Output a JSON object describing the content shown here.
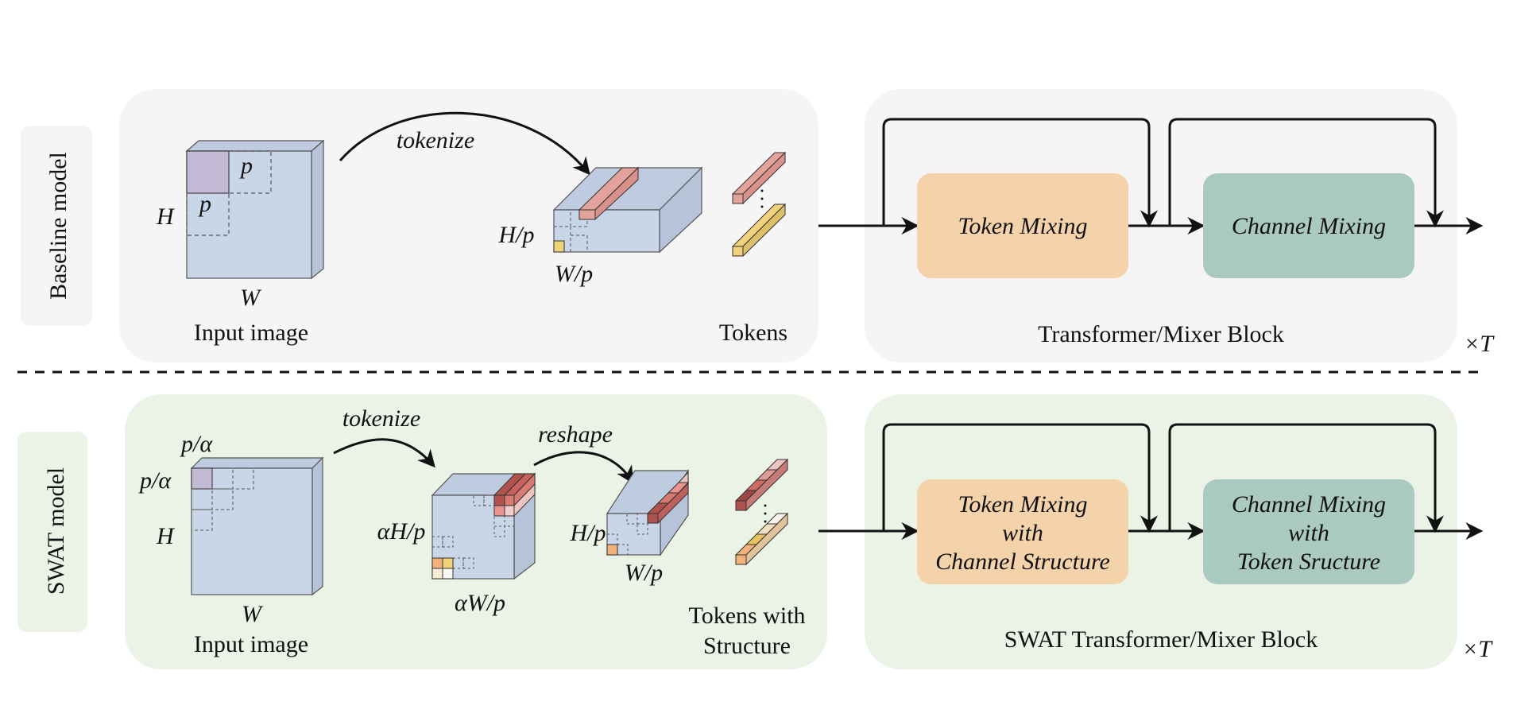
{
  "baseline": {
    "row_label": "Baseline model",
    "input_image_label": "Input image",
    "dim_h": "H",
    "dim_w": "W",
    "patch_p_top": "p",
    "patch_p_left": "p",
    "tokenize_label": "tokenize",
    "grid_h": "H/p",
    "grid_w": "W/p",
    "tokens_label": "Tokens",
    "block": {
      "title": "Transformer/Mixer Block",
      "token_mixing": [
        "Token Mixing"
      ],
      "channel_mixing": [
        "Channel Mixing"
      ],
      "repeat": "×T"
    }
  },
  "swat": {
    "row_label": "SWAT model",
    "input_image_label": "Input image",
    "dim_h": "H",
    "dim_w": "W",
    "patch_top": "p/α",
    "patch_left": "p/α",
    "tokenize_label": "tokenize",
    "reshape_label": "reshape",
    "grid1_h": "αH/p",
    "grid1_w": "αW/p",
    "grid2_h": "H/p",
    "grid2_w": "W/p",
    "tokens_label_line1": "Tokens with",
    "tokens_label_line2": "Structure",
    "block": {
      "title": "SWAT Transformer/Mixer Block",
      "token_mixing": [
        "Token Mixing",
        "with",
        "Channel Structure"
      ],
      "channel_mixing": [
        "Channel Mixing",
        "with",
        "Token Sructure"
      ],
      "repeat": "×T"
    }
  },
  "colors": {
    "panel_gray": "#f5f5f5",
    "panel_green": "#ebf3e6",
    "image_face": "#c9d6e8",
    "image_top": "#bfcbdf",
    "image_side": "#b6c3d8",
    "patch": "#c3bad5",
    "token_pink": "#e3a29c",
    "token_yellow": "#efd27a",
    "token_mixing": "#f4d2aa",
    "channel_mixing": "#a9c9c1",
    "dark_red": "#b0524d",
    "mid_red": "#d97a72",
    "light_red": "#eec4c0",
    "orange": "#f2b07c",
    "gold": "#efd27a",
    "cream": "#f6ecd6"
  }
}
